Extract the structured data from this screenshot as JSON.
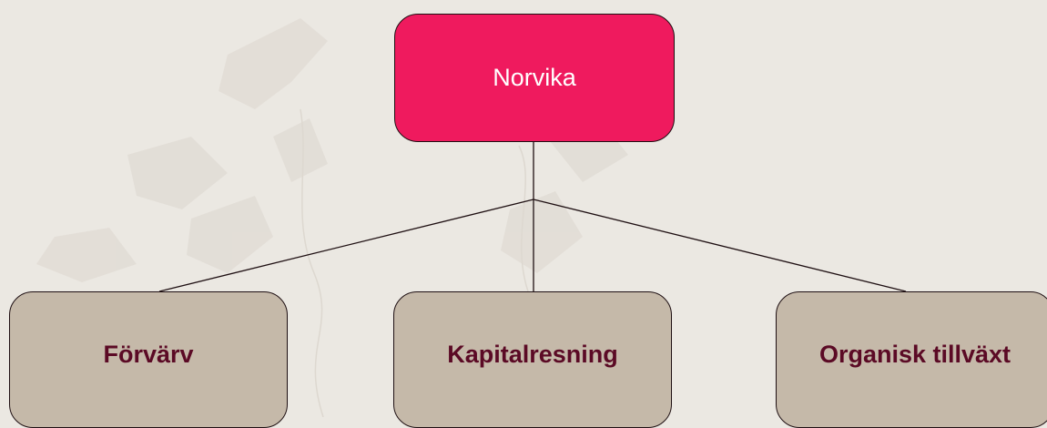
{
  "diagram": {
    "root": {
      "label": "Norvika"
    },
    "children": [
      {
        "label": "Förvärv"
      },
      {
        "label": "Kapitalresning"
      },
      {
        "label": "Organisk tillväxt"
      }
    ]
  },
  "colors": {
    "background": "#ebe8e2",
    "root_fill": "#ef1a5e",
    "root_text": "#ffffff",
    "child_fill": "#c5b9a9",
    "child_text": "#5b0a25",
    "border": "#1e0f12"
  }
}
